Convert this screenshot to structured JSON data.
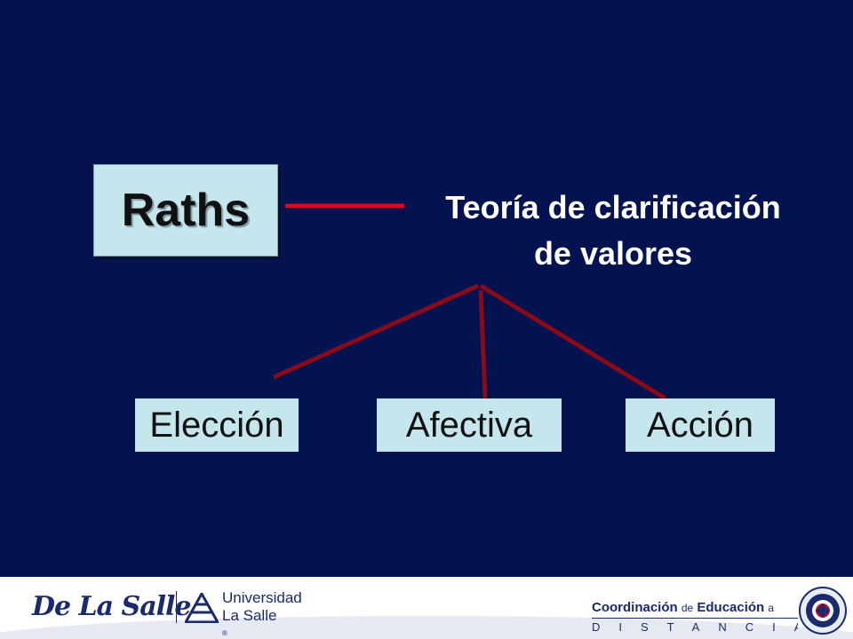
{
  "diagram": {
    "root_label": "Raths",
    "theory_line1": "Teoría de clarificación",
    "theory_line2": "de valores",
    "children": [
      "Elección",
      "Afectiva",
      "Acción"
    ]
  },
  "footer": {
    "lasalle_signature": "De La Salle",
    "university_line1": "Universidad",
    "university_line2": "La Salle",
    "registered_mark": "®",
    "ced_word1": "Coordinación",
    "ced_word2": "de",
    "ced_word3": "Educación",
    "ced_word4": "a",
    "ced_word5": "DISTANCIA"
  },
  "colors": {
    "background": "#03134f",
    "box_fill": "#c5e6ec",
    "connector_red": "#e2001a",
    "connector_darkred": "#8b0a1a",
    "text_white": "#ffffff"
  },
  "icons": [
    "delasalle-signature-logo",
    "universidad-la-salle-star-icon",
    "ced-seal-icon"
  ]
}
